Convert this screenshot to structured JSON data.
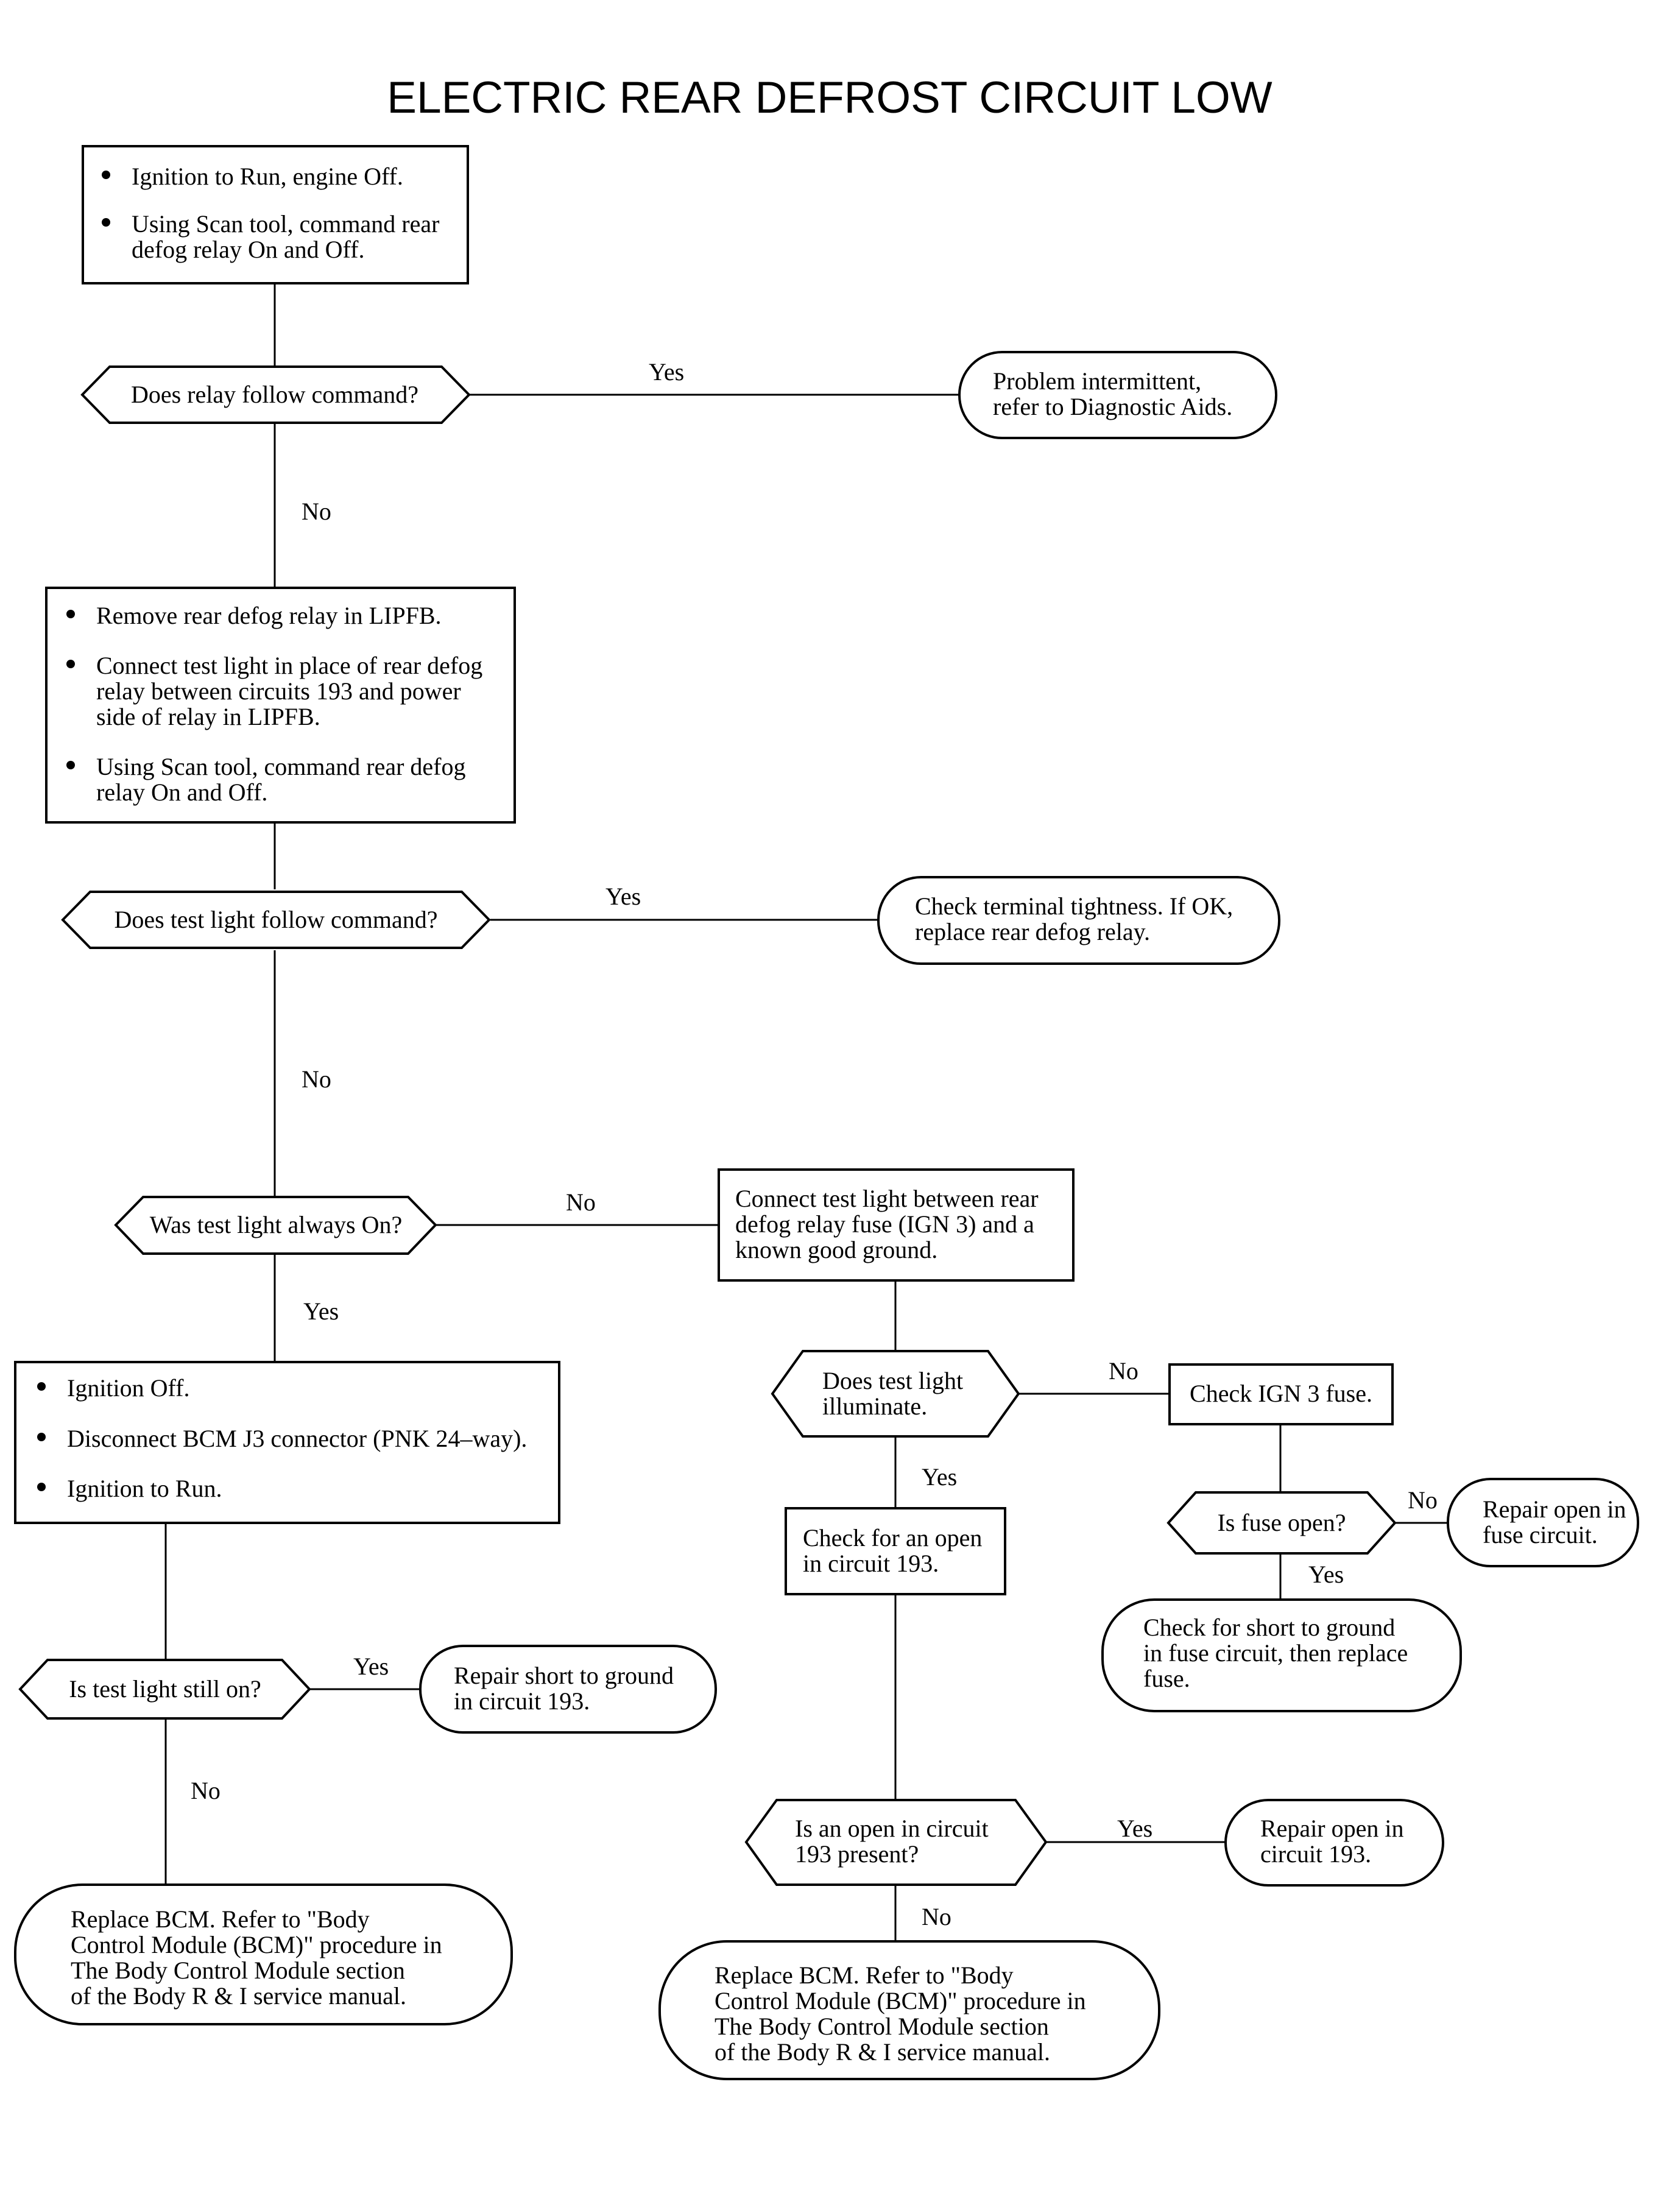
{
  "title": "ELECTRIC REAR DEFROST CIRCUIT LOW",
  "nodes": {
    "box_step1": {
      "bullets": [
        [
          "Ignition to Run, engine Off."
        ],
        [
          "Using Scan tool, command rear",
          "defog relay On and Off."
        ]
      ]
    },
    "dec_relay_follow": {
      "lines": [
        "Does relay follow command?"
      ]
    },
    "end_intermittent": {
      "lines": [
        "Problem intermittent,",
        "refer to Diagnostic Aids."
      ]
    },
    "box_step2": {
      "bullets": [
        [
          "Remove rear defog relay in  LIPFB."
        ],
        [
          "Connect test light in place of rear defog",
          "relay between circuits 193 and power",
          "side of relay in LIPFB."
        ],
        [
          "Using Scan tool, command rear defog",
          "relay On and Off."
        ]
      ]
    },
    "dec_light_follow": {
      "lines": [
        "Does test light follow command?"
      ]
    },
    "end_terminal_tightness": {
      "lines": [
        "Check terminal tightness. If OK,",
        "replace rear defog relay."
      ]
    },
    "dec_always_on": {
      "lines": [
        "Was test light always On?"
      ]
    },
    "box_connect_light": {
      "lines": [
        "Connect test light between rear",
        "defog relay fuse (IGN 3) and a",
        "known good ground."
      ]
    },
    "box_step3": {
      "bullets": [
        [
          "Ignition Off."
        ],
        [
          "Disconnect BCM J3 connector (PNK 24–way)."
        ],
        [
          "Ignition to Run."
        ]
      ]
    },
    "dec_illuminate": {
      "lines": [
        "Does test light",
        "illuminate."
      ]
    },
    "box_ign3_fuse": {
      "lines": [
        "Check IGN 3 fuse."
      ]
    },
    "box_check_open": {
      "lines": [
        "Check for an open",
        "in circuit 193."
      ]
    },
    "dec_fuse_open": {
      "lines": [
        "Is fuse open?"
      ]
    },
    "end_repair_fuse": {
      "lines": [
        "Repair open in",
        "fuse circuit."
      ]
    },
    "end_short_fuse": {
      "lines": [
        "Check for short to ground",
        "in fuse circuit, then replace",
        "fuse."
      ]
    },
    "dec_still_on": {
      "lines": [
        "Is test light still on?"
      ]
    },
    "end_repair_short": {
      "lines": [
        "Repair short to ground",
        "in circuit 193."
      ]
    },
    "dec_open_present": {
      "lines": [
        "Is an open in circuit",
        "193 present?"
      ]
    },
    "end_repair_open": {
      "lines": [
        "Repair open in",
        "circuit 193."
      ]
    },
    "end_replace_bcm_left": {
      "lines": [
        "Replace BCM.  Refer to \"Body",
        "Control Module (BCM)\" procedure in",
        "The Body Control Module section",
        "of the Body R & I service manual."
      ]
    },
    "end_replace_bcm_right": {
      "lines": [
        "Replace BCM.  Refer to \"Body",
        "Control Module (BCM)\" procedure in",
        "The Body Control Module section",
        "of the Body R & I service manual."
      ]
    }
  },
  "edge_labels": {
    "yes_relay": "Yes",
    "no_relay": "No",
    "yes_light_follow": "Yes",
    "no_light_follow": "No",
    "no_always_on": "No",
    "yes_always_on": "Yes",
    "no_illuminate": "No",
    "yes_illuminate": "Yes",
    "no_fuse_open": "No",
    "yes_fuse_open": "Yes",
    "yes_still_on": "Yes",
    "no_still_on": "No",
    "yes_open_present": "Yes",
    "no_open_present": "No"
  }
}
